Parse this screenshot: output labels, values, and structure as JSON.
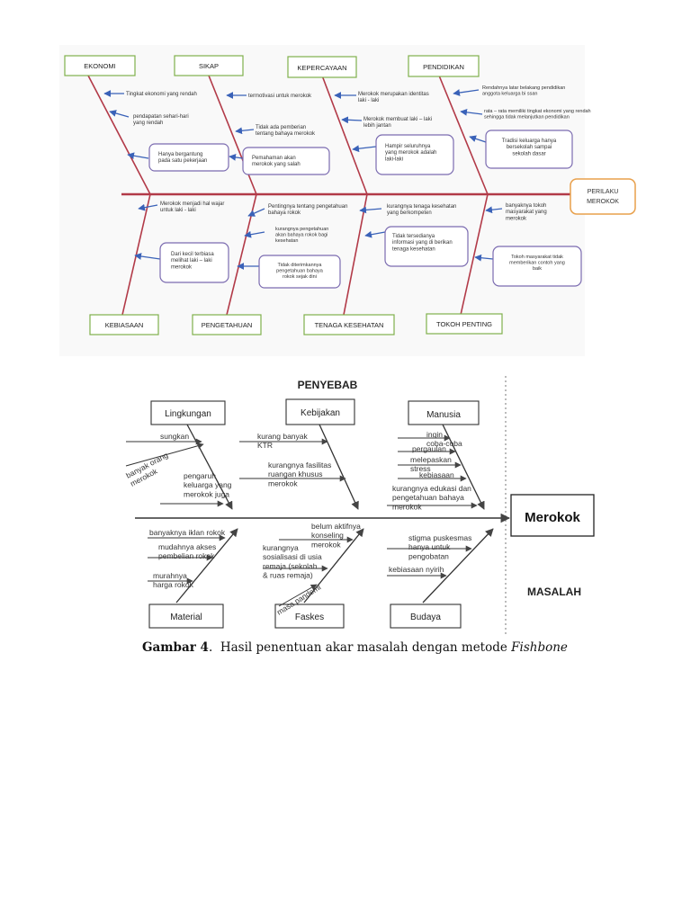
{
  "fig1": {
    "effect": [
      "PERILAKU",
      "MEROKOK"
    ],
    "categories": {
      "ekonomi": "EKONOMI",
      "sikap": "SIKAP",
      "kepercayaan": "KEPERCAYAAN",
      "pendidikan": "PENDIDIKAN",
      "kebiasaan": "KEBIASAAN",
      "pengetahuan": "PENGETAHUAN",
      "tenaga": "TENAGA KESEHATAN",
      "tokoh": "TOKOH PENTING"
    },
    "texts": {
      "eko_1": [
        "Tingkat ekonomi yang rendah"
      ],
      "eko_2": [
        "pendapatan sehari-hari",
        "yang rendah"
      ],
      "eko_box": [
        "Hanya bergantung",
        "pada satu pekerjaan"
      ],
      "sik_1": [
        "termotivasi untuk merokok"
      ],
      "sik_2": [
        "Tidak ada pemberian",
        "tentang bahaya merokok"
      ],
      "sik_box": [
        "Pemahaman akan",
        "merokok yang salah"
      ],
      "kep_1": [
        "Merokok merupakan identitas",
        "laki - laki"
      ],
      "kep_2": [
        "Merokok membuat laki – laki",
        "lebih jantan"
      ],
      "kep_box": [
        "Hampir seluruhnya",
        "yang merokok adalah",
        "laki-laki"
      ],
      "pen_1": [
        "Rendahnya latar belakang pendidikan",
        "anggota keluarga bi ssan"
      ],
      "pen_2": [
        "rata – rata memiliki tingkat ekonomi yang rendah",
        "sehingga tidak melanjutkan pendidikan"
      ],
      "pen_box": [
        "Tradisi keluarga hanya",
        "bersekolah sampai",
        "sekolah dasar"
      ],
      "keb_1": [
        "Merokok menjadi hal wajar",
        "untuk laki - laki"
      ],
      "keb_box": [
        "Dari kecil terbiasa",
        "melihat laki – laki",
        "merokok"
      ],
      "pgt_1": [
        "Pentingnya tentang pengetahuan",
        "bahaya rokok"
      ],
      "pgt_2": [
        "kurangnya pengetahuan",
        "akan bahaya rokok bagi",
        "kesehatan"
      ],
      "pgt_box": [
        "Tidak diterimkannya",
        "pengetahuan bahaya",
        "rokok sejak dini"
      ],
      "ten_1": [
        "kurangnya tenaga kesehatan",
        "yang berkompeten"
      ],
      "ten_box": [
        "Tidak tersedianya",
        "informasi yang di berikan",
        "tenaga kesehatan"
      ],
      "tok_1": [
        "banyaknya tokoh",
        "masyarakat yang",
        "merokok"
      ],
      "tok_box": [
        "Tokoh masyarakat tidak",
        "memberikan contoh yang",
        "baik"
      ]
    }
  },
  "fig2": {
    "header_cause": "PENYEBAB",
    "header_problem": "MASALAH",
    "effect": "Merokok",
    "categories": {
      "lingkungan": "Lingkungan",
      "kebijakan": "Kebijakan",
      "manusia": "Manusia",
      "material": "Material",
      "faskes": "Faskes",
      "budaya": "Budaya"
    },
    "texts": {
      "lin_1": [
        "sungkan"
      ],
      "lin_2": [
        "banyak orang",
        "merokok"
      ],
      "lin_3": [
        "pengaruh",
        "keluarga yang",
        "merokok juga"
      ],
      "kbj_1": [
        "kurang banyak",
        "KTR"
      ],
      "kbj_2": [
        "kurangnya fasilitas",
        "ruangan khusus",
        "merokok"
      ],
      "man_1": [
        "ingin",
        "coba-coba"
      ],
      "man_2": [
        "pergaulan"
      ],
      "man_3": [
        "melepaskan",
        "stress"
      ],
      "man_4": [
        "kebiasaan"
      ],
      "man_5": [
        "kurangnya edukasi dan",
        "pengetahuan  bahaya",
        "merokok"
      ],
      "mat_1": [
        "banyaknya iklan rokok"
      ],
      "mat_2": [
        "mudahnya akses",
        "pembelian rokok"
      ],
      "mat_3": [
        "murahnya",
        "harga rokok"
      ],
      "fas_1": [
        "belum aktifnya",
        "konseling",
        "merokok"
      ],
      "fas_2": [
        "kurangnya",
        "sosialisasi di usia",
        "remaja (sekolah",
        "& ruas remaja)"
      ],
      "fas_3": [
        "masa pandemi"
      ],
      "bud_1": [
        "stigma puskesmas",
        "hanya untuk",
        "pengobatan"
      ],
      "bud_2": [
        "kebiasaan nyirih"
      ]
    }
  },
  "caption": {
    "label": "Gambar 4",
    "sep": ".",
    "text": "  Hasil penentuan akar masalah dengan metode ",
    "italic": "Fishbone"
  }
}
